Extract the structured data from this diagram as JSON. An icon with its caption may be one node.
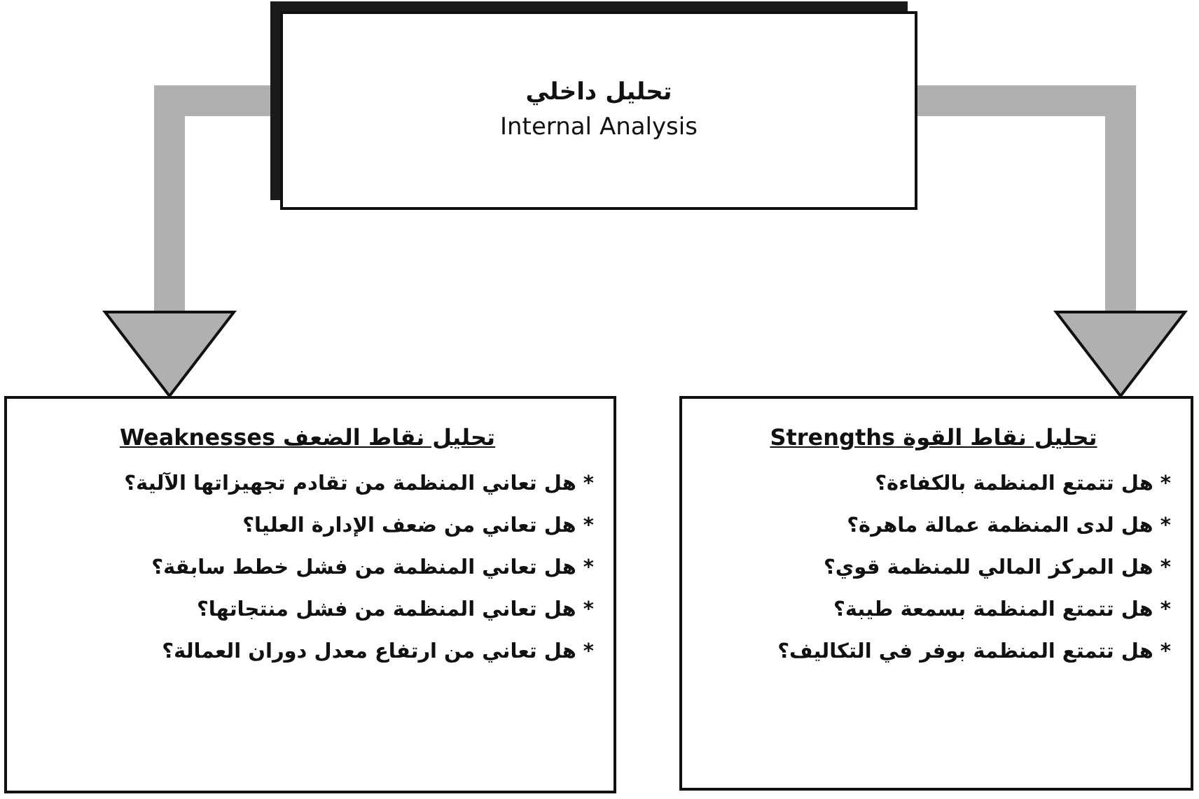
{
  "diagram": {
    "nodes": [
      {
        "text": [
          "تحليل داخلي",
          "Internal Analysis"
        ]
      },
      {
        "text": [
          "تحليل نقاط القوة Strengths",
          "* هل تتمتع المنظمة بالكفاءة؟",
          "* هل لدى المنظمة عمالة ماهرة؟",
          "* هل المركز المالي للمنظمة قوي؟",
          "* هل تتمتع المنظمة بسمعة طيبة؟",
          "* هل تتمتع المنظمة بوفر في التكاليف؟"
        ]
      },
      {
        "text": [
          "تحليل نقاط الضعف Weaknesses",
          "* هل تعاني المنظمة من تقادم تجهيزاتها الآلية؟",
          "* هل تعاني من ضعف الإدارة العليا؟",
          "* هل تعاني المنظمة من فشل خطط سابقة؟",
          "* هل تعاني المنظمة من فشل منتجاتها؟",
          "* هل تعاني من ارتفاع معدل دوران العمالة؟"
        ]
      }
    ],
    "edges": [
      {
        "from": 0,
        "to": 1,
        "arrow": "to"
      },
      {
        "from": 0,
        "to": 2,
        "arrow": "to"
      }
    ]
  }
}
